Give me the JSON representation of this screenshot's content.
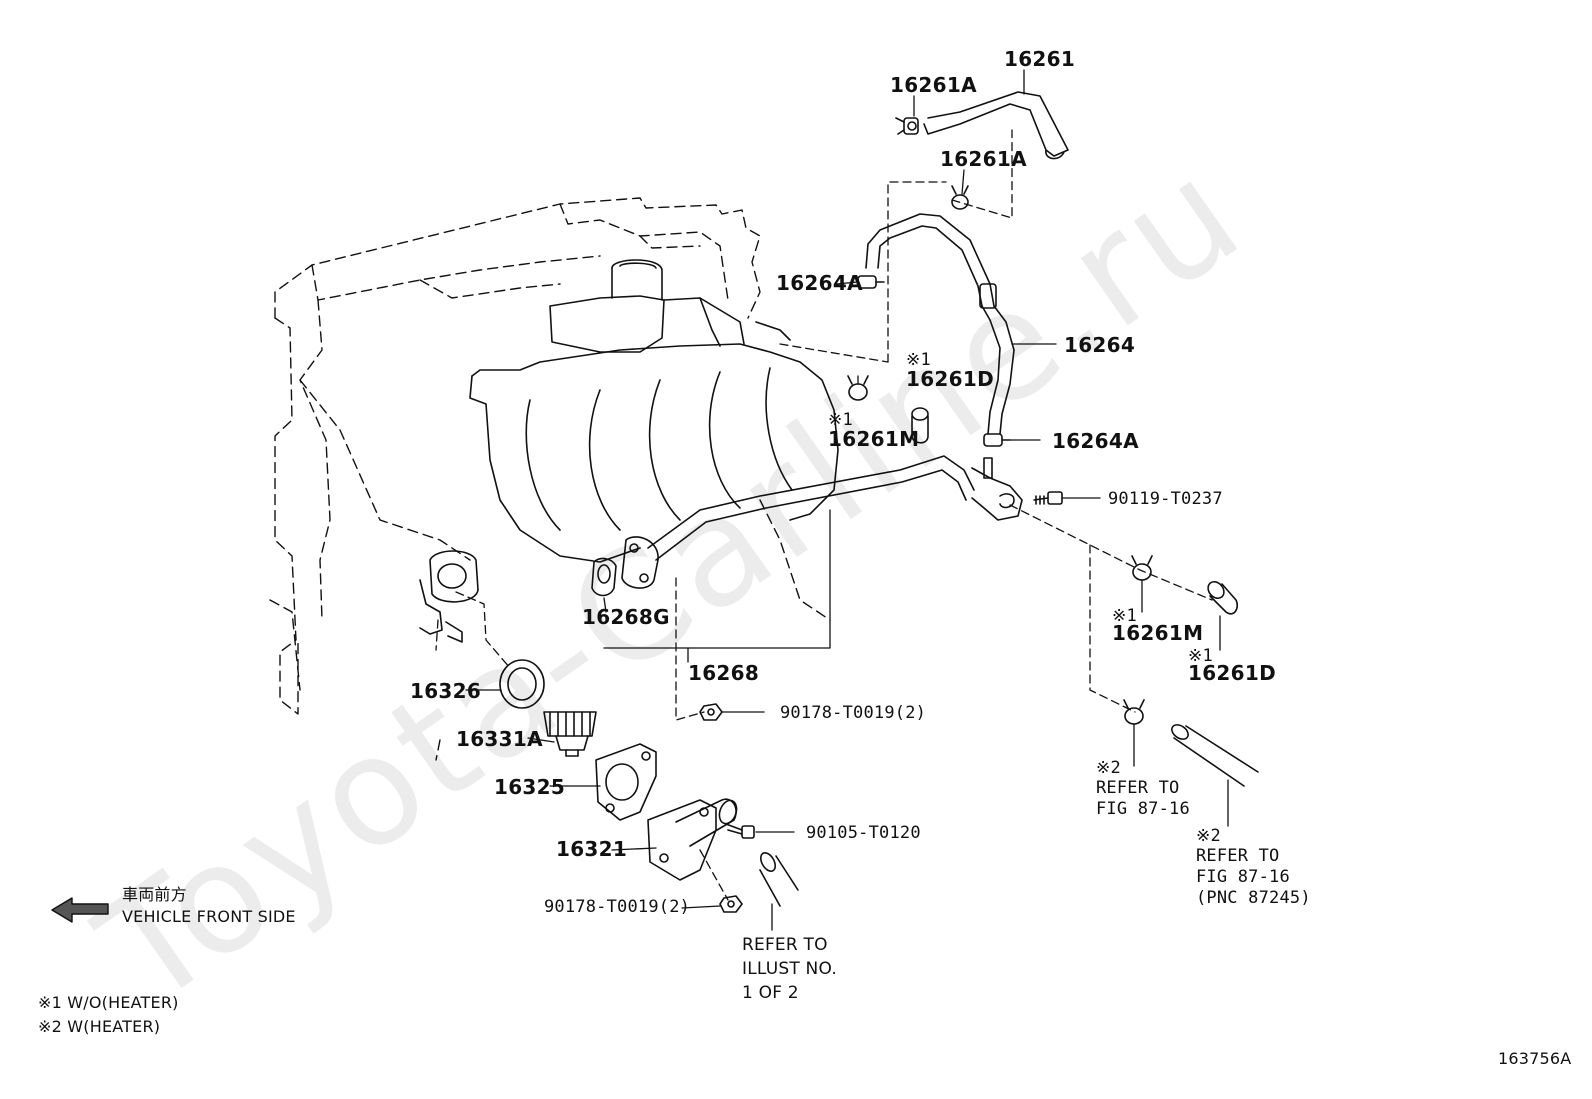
{
  "watermark": "Toyota-Carline.ru",
  "parts": {
    "p16261": "16261",
    "p16261A_top": "16261A",
    "p16261A_mid": "16261A",
    "p16264A_upper": "16264A",
    "p16264": "16264",
    "p16264A_lower": "16264A",
    "p16261D_upper": "16261D",
    "p16261M_upper": "16261M",
    "p90119": "90119-T0237",
    "p16261M_lower": "16261M",
    "p16261D_lower": "16261D",
    "p16268G": "16268G",
    "p16268": "16268",
    "p16326": "16326",
    "p90178_upper": "90178-T0019(2)",
    "p16331A": "16331A",
    "p16325": "16325",
    "p16321": "16321",
    "p90105": "90105-T0120",
    "p90178_lower": "90178-T0019(2)"
  },
  "marks": {
    "m1_upper_d": "※1",
    "m1_upper_m": "※1",
    "m1_lower_m": "※1",
    "m1_lower_d": "※1",
    "m2_a": "※2",
    "m2_b": "※2"
  },
  "refer": {
    "fig_87_16_a": [
      "REFER TO",
      "FIG 87-16"
    ],
    "fig_87_16_b": [
      "REFER TO",
      "FIG 87-16",
      "(PNC 87245)"
    ],
    "illust": [
      "REFER TO",
      "ILLUST NO.",
      "1 OF 2"
    ]
  },
  "direction": {
    "jp": "車両前方",
    "en": "VEHICLE FRONT SIDE"
  },
  "footnotes": {
    "n1": "※1 W/O(HEATER)",
    "n2": "※2 W(HEATER)"
  },
  "figure_code": "163756A"
}
